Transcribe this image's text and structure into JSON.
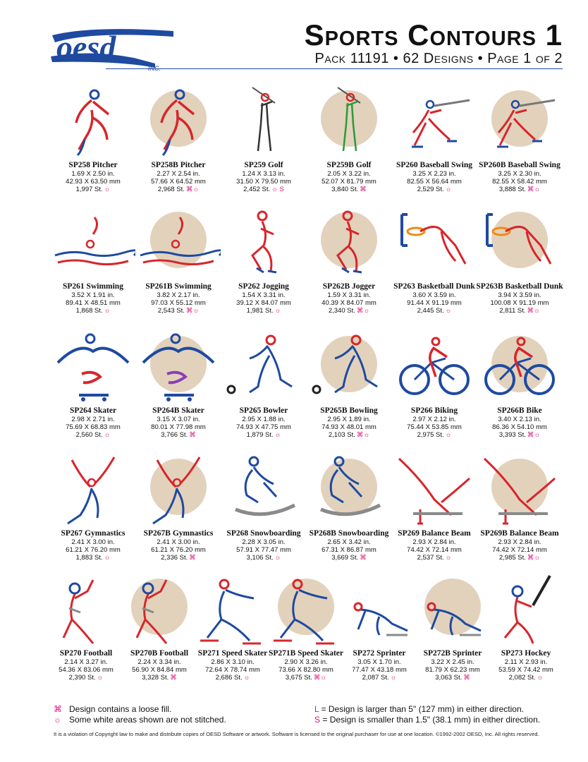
{
  "header": {
    "logo_text": "oesd",
    "logo_sub": "INC.",
    "title": "Sports Contours 1",
    "subtitle": "Pack 11191 • 62 Designs • Page 1 of 2"
  },
  "colors": {
    "accent_blue": "#1e4aa0",
    "red": "#d7262b",
    "pink_mark": "#e0117a",
    "grey": "#8a8a8a",
    "fill_tan": "#d8c3a5"
  },
  "rows": [
    [
      {
        "name": "SP258 Pitcher",
        "in": "1.69 X 2.50 in.",
        "mm": "42.93 X 63.50 mm",
        "st": "1,997 St.",
        "marks": "☼",
        "icon": "pitcher-figure",
        "fill": false
      },
      {
        "name": "SP258B Pitcher",
        "in": "2.27 X 2.54 in.",
        "mm": "57.66 X 64.52 mm",
        "st": "2,968 St.",
        "marks": "⌘☼",
        "icon": "pitcher-figure",
        "fill": true
      },
      {
        "name": "SP259 Golf",
        "in": "1.24 X 3.13 in.",
        "mm": "31.50 X 79.50 mm",
        "st": "2,452 St.",
        "marks": "☼ S",
        "icon": "golfer-figure",
        "fill": false
      },
      {
        "name": "SP259B Golf",
        "in": "2.05 X 3.22 in.",
        "mm": "52.07 X 81.79 mm",
        "st": "3,840 St.",
        "marks": "⌘",
        "icon": "golfer-figure",
        "fill": true
      },
      {
        "name": "SP260 Baseball Swing",
        "in": "3.25 X 2.23 in.",
        "mm": "82.55 X 56.64 mm",
        "st": "2,529 St.",
        "marks": "☼",
        "icon": "batter-figure",
        "fill": false
      },
      {
        "name": "SP260B Baseball Swing",
        "in": "3.25 X 2.30 in.",
        "mm": "82.55 X 58.42 mm",
        "st": "3,888 St.",
        "marks": "⌘☼",
        "icon": "batter-figure",
        "fill": true
      }
    ],
    [
      {
        "name": "SP261 Swimming",
        "in": "3.52 X 1.91 in.",
        "mm": "89.41 X 48.51 mm",
        "st": "1,868 St.",
        "marks": "☼",
        "icon": "swimmer-figure",
        "fill": false
      },
      {
        "name": "SP261B Swimming",
        "in": "3.82 X 2.17 in.",
        "mm": "97.03 X 55.12 mm",
        "st": "2,543 St.",
        "marks": "⌘☼",
        "icon": "swimmer-figure",
        "fill": true
      },
      {
        "name": "SP262 Jogging",
        "in": "1.54 X 3.31 in.",
        "mm": "39.12 X 84.07 mm",
        "st": "1,981 St.",
        "marks": "☼",
        "icon": "jogger-figure",
        "fill": false
      },
      {
        "name": "SP262B Jogger",
        "in": "1.59 X 3.31 in.",
        "mm": "40.39 X 84.07 mm",
        "st": "2,340 St.",
        "marks": "⌘☼",
        "icon": "jogger-figure",
        "fill": true
      },
      {
        "name": "SP263 Basketball Dunk",
        "in": "3.60 X 3.59 in.",
        "mm": "91.44 X 91.19 mm",
        "st": "2,445 St.",
        "marks": "☼",
        "icon": "dunk-figure",
        "fill": false
      },
      {
        "name": "SP263B Basketball Dunk",
        "in": "3.94 X 3.59 in.",
        "mm": "100.08 X 91.19 mm",
        "st": "2,811 St.",
        "marks": "⌘☼",
        "icon": "dunk-figure",
        "fill": true
      }
    ],
    [
      {
        "name": "SP264 Skater",
        "in": "2.98 X 2.71 in.",
        "mm": "75.69 X 68.83 mm",
        "st": "2,560 St.",
        "marks": "☼",
        "icon": "skater-figure",
        "fill": false
      },
      {
        "name": "SP264B Skater",
        "in": "3.15 X 3.07 in.",
        "mm": "80.01 X 77.98 mm",
        "st": "3,766 St.",
        "marks": "⌘",
        "icon": "skater-figure",
        "fill": true
      },
      {
        "name": "SP265 Bowler",
        "in": "2.95 X 1.88 in.",
        "mm": "74.93 X 47.75 mm",
        "st": "1,879 St.",
        "marks": "☼",
        "icon": "bowler-figure",
        "fill": false
      },
      {
        "name": "SP265B Bowling",
        "in": "2.95 X 1.89 in.",
        "mm": "74.93 X 48.01 mm",
        "st": "2,103 St.",
        "marks": "⌘☼",
        "icon": "bowler-figure",
        "fill": true
      },
      {
        "name": "SP266 Biking",
        "in": "2.97 X 2.12 in.",
        "mm": "75.44 X 53.85 mm",
        "st": "2,975 St.",
        "marks": "☼",
        "icon": "biker-figure",
        "fill": false
      },
      {
        "name": "SP266B Bike",
        "in": "3.40 X 2.13 in.",
        "mm": "86.36 X 54.10 mm",
        "st": "3,393 St.",
        "marks": "⌘☼",
        "icon": "biker-figure",
        "fill": true
      }
    ],
    [
      {
        "name": "SP267 Gymnastics",
        "in": "2.41 X 3.00 in.",
        "mm": "61.21 X 76.20 mm",
        "st": "1,883 St.",
        "marks": "☼",
        "icon": "gymnast-figure",
        "fill": false
      },
      {
        "name": "SP267B Gymnastics",
        "in": "2.41 X 3.00 in.",
        "mm": "61.21 X 76.20 mm",
        "st": "2,336 St.",
        "marks": "⌘",
        "icon": "gymnast-figure",
        "fill": true
      },
      {
        "name": "SP268 Snowboarding",
        "in": "2.28 X 3.05 in.",
        "mm": "57.91 X 77.47 mm",
        "st": "3,106 St.",
        "marks": "☼",
        "icon": "snowboarder-figure",
        "fill": false
      },
      {
        "name": "SP268B Snowboarding",
        "in": "2.65 X 3.42 in.",
        "mm": "67.31 X 86.87 mm",
        "st": "3,669 St.",
        "marks": "⌘",
        "icon": "snowboarder-figure",
        "fill": true
      },
      {
        "name": "SP269 Balance Beam",
        "in": "2.93 X 2.84 in.",
        "mm": "74.42 X 72.14 mm",
        "st": "2,537 St.",
        "marks": "☼",
        "icon": "beam-figure",
        "fill": false
      },
      {
        "name": "SP269B Balance Beam",
        "in": "2.93 X 2.84 in.",
        "mm": "74.42 X 72.14 mm",
        "st": "2,985 St.",
        "marks": "⌘☼",
        "icon": "beam-figure",
        "fill": true
      }
    ],
    [
      {
        "name": "SP270 Football",
        "in": "2.14 X 3.27 in.",
        "mm": "54.36 X 83.06 mm",
        "st": "2,390 St.",
        "marks": "☼",
        "icon": "football-figure",
        "fill": false
      },
      {
        "name": "SP270B Football",
        "in": "2.24 X 3.34 in.",
        "mm": "56.90 X 84.84 mm",
        "st": "3,328 St.",
        "marks": "⌘",
        "icon": "football-figure",
        "fill": true
      },
      {
        "name": "SP271 Speed Skater",
        "in": "2.86 X 3.10 in.",
        "mm": "72.64 X 78.74 mm",
        "st": "2,686 St.",
        "marks": "☼",
        "icon": "speedskater-figure",
        "fill": false
      },
      {
        "name": "SP271B Speed Skater",
        "in": "2.90 X 3.26 in.",
        "mm": "73.66 X 82.80 mm",
        "st": "3,675 St.",
        "marks": "⌘☼",
        "icon": "speedskater-figure",
        "fill": true
      },
      {
        "name": "SP272 Sprinter",
        "in": "3.05 X 1.70 in.",
        "mm": "77.47 X 43.18 mm",
        "st": "2,087 St.",
        "marks": "☼",
        "icon": "sprinter-figure",
        "fill": false
      },
      {
        "name": "SP272B Sprinter",
        "in": "3.22 X 2.45 in.",
        "mm": "81.79 X 62.23 mm",
        "st": "3,063 St.",
        "marks": "⌘",
        "icon": "sprinter-figure",
        "fill": true
      },
      {
        "name": "SP273 Hockey",
        "in": "2.11 X 2.93 in.",
        "mm": "53.59 X 74.42 mm",
        "st": "2,082 St.",
        "marks": "☼",
        "icon": "hockey-figure",
        "fill": false
      }
    ]
  ],
  "legend": {
    "fill_symbol": "⌘",
    "fill_text": "Design contains a loose fill.",
    "white_symbol": "☼",
    "white_text": "Some white areas shown are not stitched.",
    "large_letter": "L",
    "large_text": "= Design is larger than 5\" (127 mm) in either direction.",
    "small_letter": "S",
    "small_text": "= Design is smaller than 1.5\" (38.1 mm) in either direction."
  },
  "copyright": "It is a violation of Copyright law to make and distribute copies of OESD Software or artwork. Software is licensed to the original purchaser for use at one location. ©1992-2002 OESD, Inc. All rights reserved."
}
